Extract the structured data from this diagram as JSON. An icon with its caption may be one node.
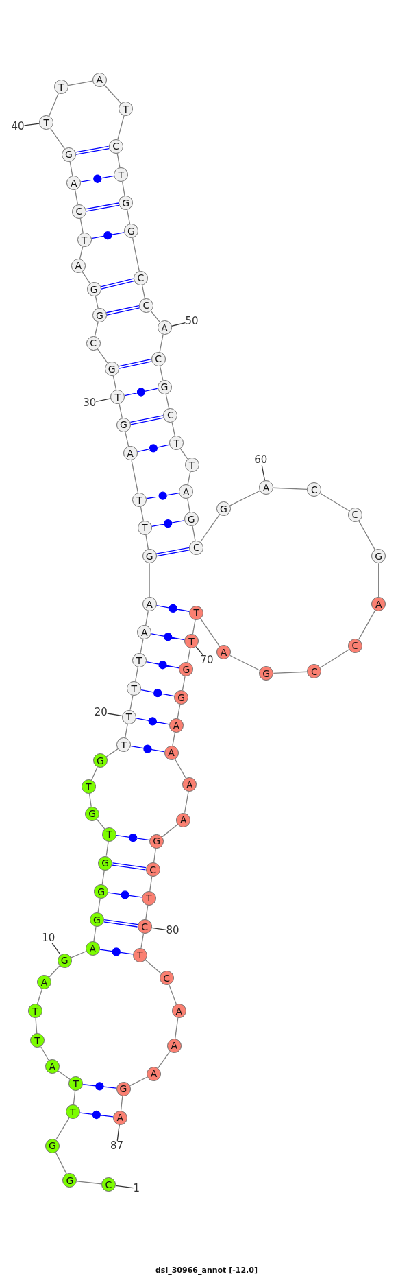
{
  "diagram": {
    "caption": "dsi_30966_annot [-12.0]",
    "nodes": [
      {
        "text": [
          "C"
        ]
      },
      {
        "text": [
          "G"
        ]
      },
      {
        "text": [
          "G"
        ]
      },
      {
        "text": [
          "T"
        ]
      },
      {
        "text": [
          "T"
        ]
      },
      {
        "text": [
          "A"
        ]
      },
      {
        "text": [
          "T"
        ]
      },
      {
        "text": [
          "T"
        ]
      },
      {
        "text": [
          "A"
        ]
      },
      {
        "text": [
          "G"
        ]
      },
      {
        "text": [
          "A"
        ]
      },
      {
        "text": [
          "G"
        ]
      },
      {
        "text": [
          "G"
        ]
      },
      {
        "text": [
          "G"
        ]
      },
      {
        "text": [
          "T"
        ]
      },
      {
        "text": [
          "G"
        ]
      },
      {
        "text": [
          "T"
        ]
      },
      {
        "text": [
          "G"
        ]
      },
      {
        "text": [
          "T"
        ]
      },
      {
        "text": [
          "T"
        ]
      },
      {
        "text": [
          "T"
        ]
      },
      {
        "text": [
          "T"
        ]
      },
      {
        "text": [
          "A"
        ]
      },
      {
        "text": [
          "A"
        ]
      },
      {
        "text": [
          "G"
        ]
      },
      {
        "text": [
          "T"
        ]
      },
      {
        "text": [
          "T"
        ]
      },
      {
        "text": [
          "A"
        ]
      },
      {
        "text": [
          "G"
        ]
      },
      {
        "text": [
          "T"
        ]
      },
      {
        "text": [
          "G"
        ]
      },
      {
        "text": [
          "C"
        ]
      },
      {
        "text": [
          "G"
        ]
      },
      {
        "text": [
          "G"
        ]
      },
      {
        "text": [
          "A"
        ]
      },
      {
        "text": [
          "T"
        ]
      },
      {
        "text": [
          "C"
        ]
      },
      {
        "text": [
          "A"
        ]
      },
      {
        "text": [
          "G"
        ]
      },
      {
        "text": [
          "T"
        ]
      },
      {
        "text": [
          "T"
        ]
      },
      {
        "text": [
          "A"
        ]
      },
      {
        "text": [
          "T"
        ]
      },
      {
        "text": [
          "C"
        ]
      },
      {
        "text": [
          "T"
        ]
      },
      {
        "text": [
          "G"
        ]
      },
      {
        "text": [
          "G"
        ]
      },
      {
        "text": [
          "C"
        ]
      },
      {
        "text": [
          "C"
        ]
      },
      {
        "text": [
          "A"
        ]
      },
      {
        "text": [
          "C"
        ]
      },
      {
        "text": [
          "G"
        ]
      },
      {
        "text": [
          "C"
        ]
      },
      {
        "text": [
          "T"
        ]
      },
      {
        "text": [
          "T"
        ]
      },
      {
        "text": [
          "A"
        ]
      },
      {
        "text": [
          "G"
        ]
      },
      {
        "text": [
          "C"
        ]
      },
      {
        "text": [
          "G"
        ]
      },
      {
        "text": [
          "A"
        ]
      },
      {
        "text": [
          "C"
        ]
      },
      {
        "text": [
          "C"
        ]
      },
      {
        "text": [
          "G"
        ]
      },
      {
        "text": [
          "A"
        ]
      },
      {
        "text": [
          "C"
        ]
      },
      {
        "text": [
          "C"
        ]
      },
      {
        "text": [
          "G"
        ]
      },
      {
        "text": [
          "A"
        ]
      },
      {
        "text": [
          "T"
        ]
      },
      {
        "text": [
          "T"
        ]
      },
      {
        "text": [
          "G"
        ]
      },
      {
        "text": [
          "G"
        ]
      },
      {
        "text": [
          "A"
        ]
      },
      {
        "text": [
          "A"
        ]
      },
      {
        "text": [
          "A"
        ]
      },
      {
        "text": [
          "A"
        ]
      },
      {
        "text": [
          "G"
        ]
      },
      {
        "text": [
          "C"
        ]
      },
      {
        "text": [
          "T"
        ]
      },
      {
        "text": [
          "C"
        ]
      },
      {
        "text": [
          "T"
        ]
      },
      {
        "text": [
          "C"
        ]
      },
      {
        "text": [
          "A"
        ]
      },
      {
        "text": [
          "A"
        ]
      },
      {
        "text": [
          "A"
        ]
      },
      {
        "text": [
          "G"
        ]
      },
      {
        "text": [
          "A"
        ]
      },
      {
        "text": [
          "1"
        ]
      },
      {
        "text": [
          "10"
        ]
      },
      {
        "text": [
          "20"
        ]
      },
      {
        "text": [
          "30"
        ]
      },
      {
        "text": [
          "40"
        ]
      },
      {
        "text": [
          "50"
        ]
      },
      {
        "text": [
          "60"
        ]
      },
      {
        "text": [
          "70"
        ]
      },
      {
        "text": [
          "80"
        ]
      },
      {
        "text": [
          "87"
        ]
      }
    ],
    "edges": [
      {
        "from": 0,
        "to": 1,
        "arrow": "none"
      },
      {
        "from": 1,
        "to": 2,
        "arrow": "none"
      },
      {
        "from": 2,
        "to": 3,
        "arrow": "none"
      },
      {
        "from": 3,
        "to": 4,
        "arrow": "none"
      },
      {
        "from": 4,
        "to": 5,
        "arrow": "none"
      },
      {
        "from": 5,
        "to": 6,
        "arrow": "none"
      },
      {
        "from": 6,
        "to": 7,
        "arrow": "none"
      },
      {
        "from": 7,
        "to": 8,
        "arrow": "none"
      },
      {
        "from": 8,
        "to": 9,
        "arrow": "none"
      },
      {
        "from": 9,
        "to": 10,
        "arrow": "none"
      },
      {
        "from": 10,
        "to": 11,
        "arrow": "none"
      },
      {
        "from": 11,
        "to": 12,
        "arrow": "none"
      },
      {
        "from": 12,
        "to": 13,
        "arrow": "none"
      },
      {
        "from": 13,
        "to": 14,
        "arrow": "none"
      },
      {
        "from": 14,
        "to": 15,
        "arrow": "none"
      },
      {
        "from": 15,
        "to": 16,
        "arrow": "none"
      },
      {
        "from": 16,
        "to": 17,
        "arrow": "none"
      },
      {
        "from": 17,
        "to": 18,
        "arrow": "none"
      },
      {
        "from": 18,
        "to": 19,
        "arrow": "none"
      },
      {
        "from": 19,
        "to": 20,
        "arrow": "none"
      },
      {
        "from": 20,
        "to": 21,
        "arrow": "none"
      },
      {
        "from": 21,
        "to": 22,
        "arrow": "none"
      },
      {
        "from": 22,
        "to": 23,
        "arrow": "none"
      },
      {
        "from": 23,
        "to": 24,
        "arrow": "none"
      },
      {
        "from": 24,
        "to": 25,
        "arrow": "none"
      },
      {
        "from": 25,
        "to": 26,
        "arrow": "none"
      },
      {
        "from": 26,
        "to": 27,
        "arrow": "none"
      },
      {
        "from": 27,
        "to": 28,
        "arrow": "none"
      },
      {
        "from": 28,
        "to": 29,
        "arrow": "none"
      },
      {
        "from": 29,
        "to": 30,
        "arrow": "none"
      },
      {
        "from": 30,
        "to": 31,
        "arrow": "none"
      },
      {
        "from": 31,
        "to": 32,
        "arrow": "none"
      },
      {
        "from": 32,
        "to": 33,
        "arrow": "none"
      },
      {
        "from": 33,
        "to": 34,
        "arrow": "none"
      },
      {
        "from": 34,
        "to": 35,
        "arrow": "none"
      },
      {
        "from": 35,
        "to": 36,
        "arrow": "none"
      },
      {
        "from": 36,
        "to": 37,
        "arrow": "none"
      },
      {
        "from": 37,
        "to": 38,
        "arrow": "none"
      },
      {
        "from": 38,
        "to": 39,
        "arrow": "none"
      },
      {
        "from": 39,
        "to": 40,
        "arrow": "none"
      },
      {
        "from": 40,
        "to": 41,
        "arrow": "none"
      },
      {
        "from": 41,
        "to": 42,
        "arrow": "none"
      },
      {
        "from": 42,
        "to": 43,
        "arrow": "none"
      },
      {
        "from": 43,
        "to": 44,
        "arrow": "none"
      },
      {
        "from": 44,
        "to": 45,
        "arrow": "none"
      },
      {
        "from": 45,
        "to": 46,
        "arrow": "none"
      },
      {
        "from": 46,
        "to": 47,
        "arrow": "none"
      },
      {
        "from": 47,
        "to": 48,
        "arrow": "none"
      },
      {
        "from": 48,
        "to": 49,
        "arrow": "none"
      },
      {
        "from": 49,
        "to": 50,
        "arrow": "none"
      },
      {
        "from": 50,
        "to": 51,
        "arrow": "none"
      },
      {
        "from": 51,
        "to": 52,
        "arrow": "none"
      },
      {
        "from": 52,
        "to": 53,
        "arrow": "none"
      },
      {
        "from": 53,
        "to": 54,
        "arrow": "none"
      },
      {
        "from": 54,
        "to": 55,
        "arrow": "none"
      },
      {
        "from": 55,
        "to": 56,
        "arrow": "none"
      },
      {
        "from": 56,
        "to": 57,
        "arrow": "none"
      },
      {
        "from": 57,
        "to": 58,
        "arrow": "none"
      },
      {
        "from": 58,
        "to": 59,
        "arrow": "none"
      },
      {
        "from": 59,
        "to": 60,
        "arrow": "none"
      },
      {
        "from": 60,
        "to": 61,
        "arrow": "none"
      },
      {
        "from": 61,
        "to": 62,
        "arrow": "none"
      },
      {
        "from": 62,
        "to": 63,
        "arrow": "none"
      },
      {
        "from": 63,
        "to": 64,
        "arrow": "none"
      },
      {
        "from": 64,
        "to": 65,
        "arrow": "none"
      },
      {
        "from": 65,
        "to": 66,
        "arrow": "none"
      },
      {
        "from": 66,
        "to": 67,
        "arrow": "none"
      },
      {
        "from": 67,
        "to": 68,
        "arrow": "none"
      },
      {
        "from": 68,
        "to": 69,
        "arrow": "none"
      },
      {
        "from": 69,
        "to": 70,
        "arrow": "none"
      },
      {
        "from": 70,
        "to": 71,
        "arrow": "none"
      },
      {
        "from": 71,
        "to": 72,
        "arrow": "none"
      },
      {
        "from": 72,
        "to": 73,
        "arrow": "none"
      },
      {
        "from": 73,
        "to": 74,
        "arrow": "none"
      },
      {
        "from": 74,
        "to": 75,
        "arrow": "none"
      },
      {
        "from": 75,
        "to": 76,
        "arrow": "none"
      },
      {
        "from": 76,
        "to": 77,
        "arrow": "none"
      },
      {
        "from": 77,
        "to": 78,
        "arrow": "none"
      },
      {
        "from": 78,
        "to": 79,
        "arrow": "none"
      },
      {
        "from": 79,
        "to": 80,
        "arrow": "none"
      },
      {
        "from": 80,
        "to": 81,
        "arrow": "none"
      },
      {
        "from": 81,
        "to": 82,
        "arrow": "none"
      },
      {
        "from": 82,
        "to": 83,
        "arrow": "none"
      },
      {
        "from": 83,
        "to": 84,
        "arrow": "none"
      },
      {
        "from": 84,
        "to": 85,
        "arrow": "none"
      },
      {
        "from": 85,
        "to": 86,
        "arrow": "none"
      },
      {
        "from": 3,
        "to": 86,
        "arrow": "none",
        "color": "#0000ff"
      },
      {
        "from": 4,
        "to": 85,
        "arrow": "none",
        "color": "#0000ff"
      },
      {
        "from": 10,
        "to": 80,
        "arrow": "none",
        "color": "#0000ff"
      },
      {
        "from": 11,
        "to": 79,
        "arrow": "none",
        "color": "#0000ff"
      },
      {
        "from": 12,
        "to": 78,
        "arrow": "none",
        "color": "#0000ff"
      },
      {
        "from": 13,
        "to": 77,
        "arrow": "none",
        "color": "#0000ff"
      },
      {
        "from": 14,
        "to": 76,
        "arrow": "none",
        "color": "#0000ff"
      },
      {
        "from": 18,
        "to": 73,
        "arrow": "none",
        "color": "#0000ff"
      },
      {
        "from": 19,
        "to": 72,
        "arrow": "none",
        "color": "#0000ff"
      },
      {
        "from": 20,
        "to": 71,
        "arrow": "none",
        "color": "#0000ff"
      },
      {
        "from": 21,
        "to": 70,
        "arrow": "none",
        "color": "#0000ff"
      },
      {
        "from": 22,
        "to": 69,
        "arrow": "none",
        "color": "#0000ff"
      },
      {
        "from": 23,
        "to": 68,
        "arrow": "none",
        "color": "#0000ff"
      },
      {
        "from": 24,
        "to": 57,
        "arrow": "none",
        "color": "#0000ff"
      },
      {
        "from": 25,
        "to": 56,
        "arrow": "none",
        "color": "#0000ff"
      },
      {
        "from": 26,
        "to": 55,
        "arrow": "none",
        "color": "#0000ff"
      },
      {
        "from": 27,
        "to": 53,
        "arrow": "none",
        "color": "#0000ff"
      },
      {
        "from": 28,
        "to": 52,
        "arrow": "none",
        "color": "#0000ff"
      },
      {
        "from": 29,
        "to": 51,
        "arrow": "none",
        "color": "#0000ff"
      },
      {
        "from": 30,
        "to": 50,
        "arrow": "none",
        "color": "#0000ff"
      },
      {
        "from": 32,
        "to": 48,
        "arrow": "none",
        "color": "#0000ff"
      },
      {
        "from": 33,
        "to": 47,
        "arrow": "none",
        "color": "#0000ff"
      },
      {
        "from": 35,
        "to": 46,
        "arrow": "none",
        "color": "#0000ff"
      },
      {
        "from": 36,
        "to": 45,
        "arrow": "none",
        "color": "#0000ff"
      },
      {
        "from": 37,
        "to": 44,
        "arrow": "none",
        "color": "#0000ff"
      },
      {
        "from": 38,
        "to": 43,
        "arrow": "none",
        "color": "#0000ff"
      },
      {
        "from": 87,
        "to": 0,
        "arrow": "none",
        "color": "#333333"
      },
      {
        "from": 88,
        "to": 9,
        "arrow": "none",
        "color": "#333333"
      },
      {
        "from": 89,
        "to": 19,
        "arrow": "none",
        "color": "#333333"
      },
      {
        "from": 90,
        "to": 29,
        "arrow": "none",
        "color": "#333333"
      },
      {
        "from": 91,
        "to": 39,
        "arrow": "none",
        "color": "#333333"
      },
      {
        "from": 92,
        "to": 49,
        "arrow": "none",
        "color": "#333333"
      },
      {
        "from": 93,
        "to": 59,
        "arrow": "none",
        "color": "#333333"
      },
      {
        "from": 94,
        "to": 69,
        "arrow": "none",
        "color": "#333333"
      },
      {
        "from": 95,
        "to": 79,
        "arrow": "none",
        "color": "#333333"
      },
      {
        "from": 96,
        "to": 86,
        "arrow": "none",
        "color": "#333333"
      }
    ]
  }
}
